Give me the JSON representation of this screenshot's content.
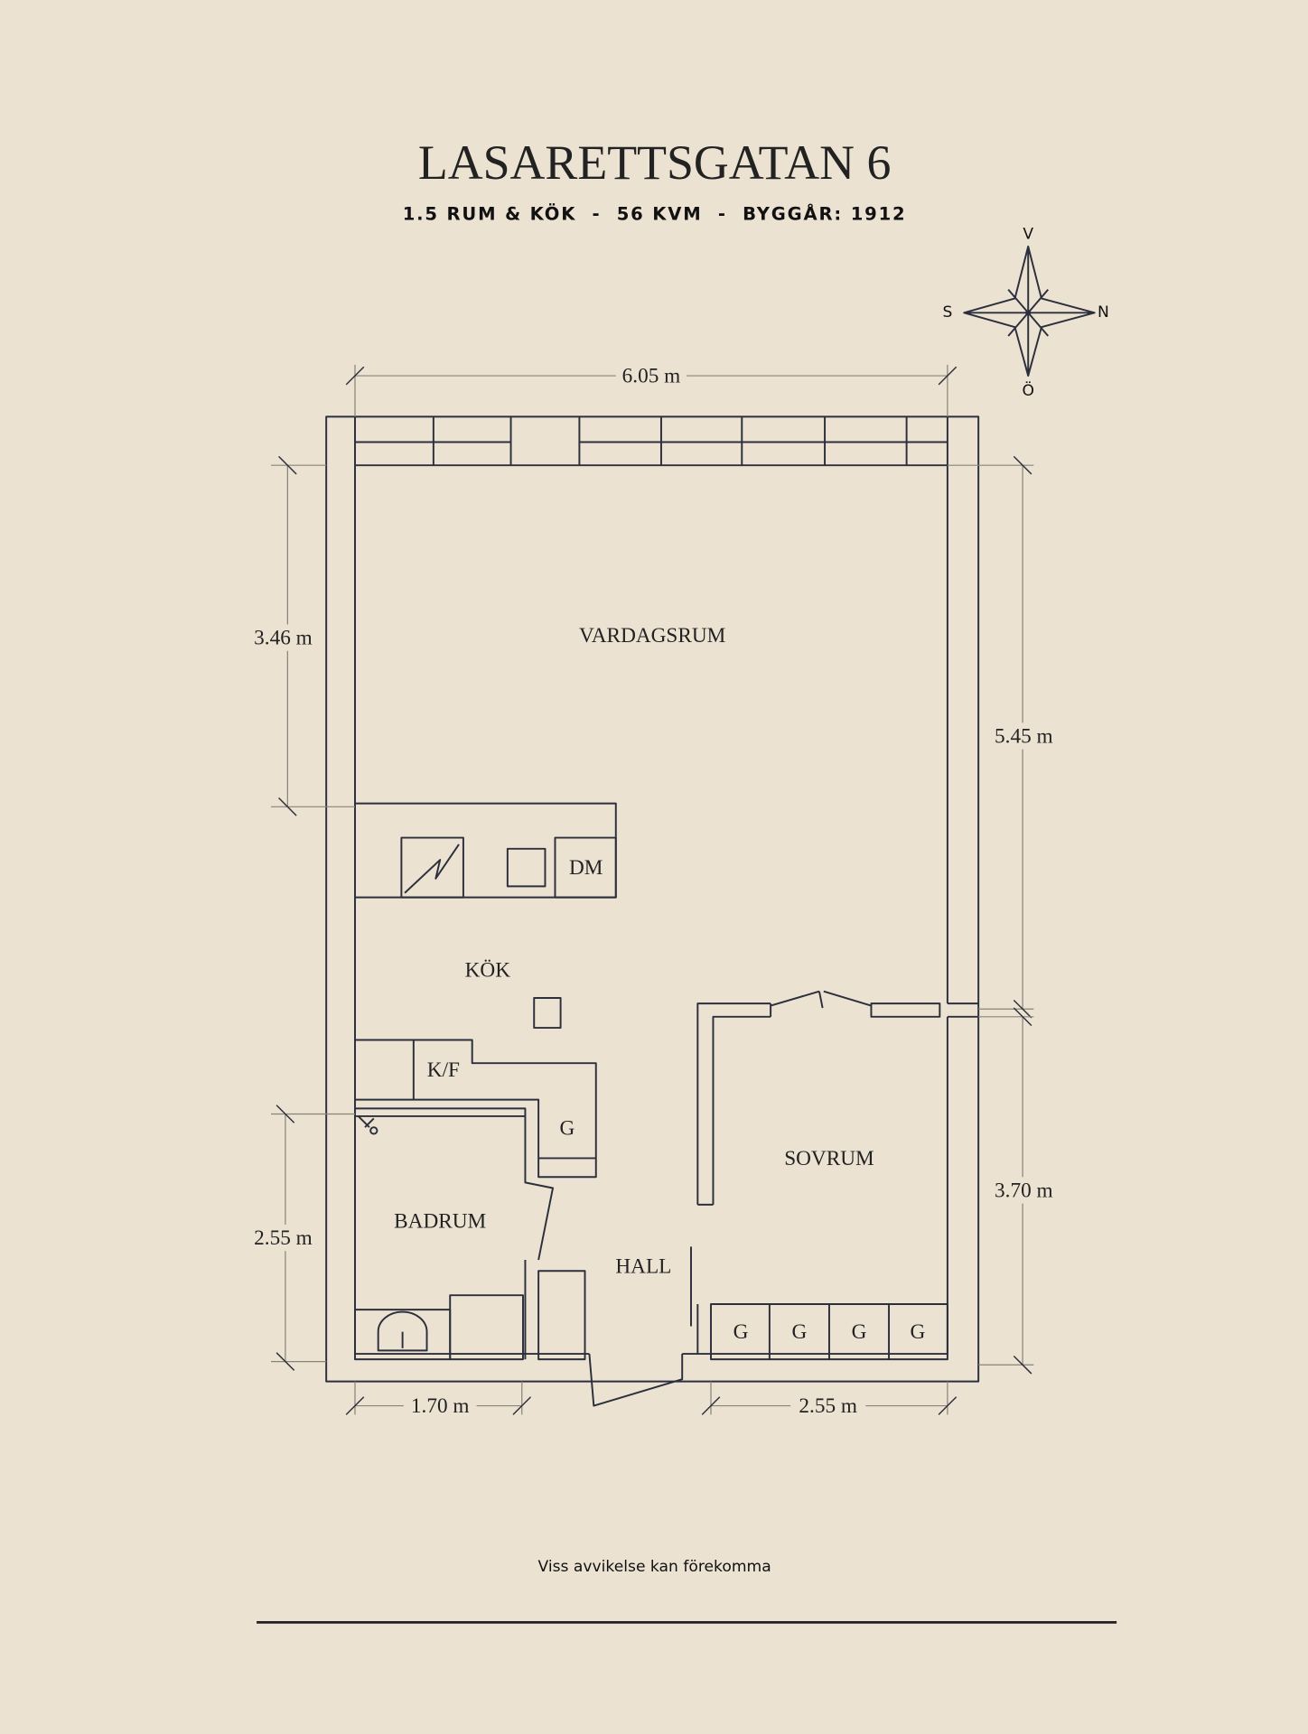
{
  "header": {
    "title": "LASARETTSGATAN 6",
    "subtitle": "1.5 RUM & KÖK  -  56 KVM  -  BYGGÅR: 1912"
  },
  "compass": {
    "north": "N",
    "south": "S",
    "east": "Ö",
    "west": "V"
  },
  "rooms": {
    "living": "VARDAGSRUM",
    "kitchen": "KÖK",
    "bedroom": "SOVRUM",
    "bathroom": "BADRUM",
    "hall": "HALL"
  },
  "fixtures": {
    "dishwasher": "DM",
    "fridge_freezer": "K/F",
    "wardrobe": "G",
    "bedroom_wardrobes": [
      "G",
      "G",
      "G",
      "G"
    ]
  },
  "dimensions": {
    "top_width": "6.05 m",
    "living_left": "3.46 m",
    "right_upper": "5.45 m",
    "right_lower": "3.70 m",
    "bath_left": "2.55 m",
    "bottom_left": "1.70 m",
    "bottom_right": "2.55 m"
  },
  "footer": {
    "disclaimer": "Viss avvikelse kan förekomma"
  },
  "colors": {
    "background": "#ebe2d2",
    "ink": "#2c2f3c"
  }
}
